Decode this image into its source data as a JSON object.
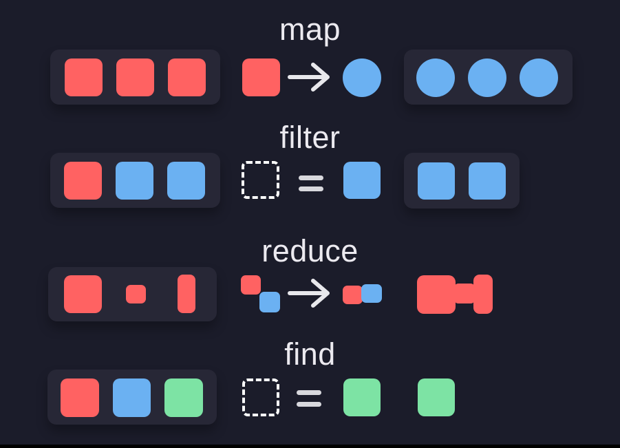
{
  "colors": {
    "background": "#1b1c2a",
    "panel": "#272736",
    "red": "#ff6262",
    "blue": "#6bb1f2",
    "green": "#7de3a4",
    "text": "#eceaf0",
    "arrow": "#e8e8ec",
    "equals": "#d8d8dd",
    "dashed_border": "#ffffff",
    "bottom_bar": "#000000"
  },
  "rows": [
    {
      "label": "map",
      "input_shapes": [
        "red-square",
        "red-square",
        "red-square"
      ],
      "operation": {
        "from": "red-square",
        "symbol": "arrow-right",
        "to": "blue-circle"
      },
      "output_shapes": [
        "blue-circle",
        "blue-circle",
        "blue-circle"
      ]
    },
    {
      "label": "filter",
      "input_shapes": [
        "red-square",
        "blue-square",
        "blue-square"
      ],
      "operation": {
        "from": "dashed-placeholder-square",
        "symbol": "equals",
        "to": "blue-square"
      },
      "output_shapes": [
        "blue-square",
        "blue-square"
      ]
    },
    {
      "label": "reduce",
      "input_shapes": [
        "large-red-square",
        "small-red-square",
        "tall-red-rectangle"
      ],
      "operation": {
        "from": "red-square-over-blue-square",
        "symbol": "arrow-right",
        "to": "red-and-blue-squares-joined"
      },
      "output_shapes": [
        "merged-red-dumbbell"
      ]
    },
    {
      "label": "find",
      "input_shapes": [
        "red-square",
        "blue-square",
        "green-square"
      ],
      "operation": {
        "from": "dashed-placeholder-square",
        "symbol": "equals",
        "to": "green-square"
      },
      "output_shapes": [
        "green-square"
      ]
    }
  ]
}
